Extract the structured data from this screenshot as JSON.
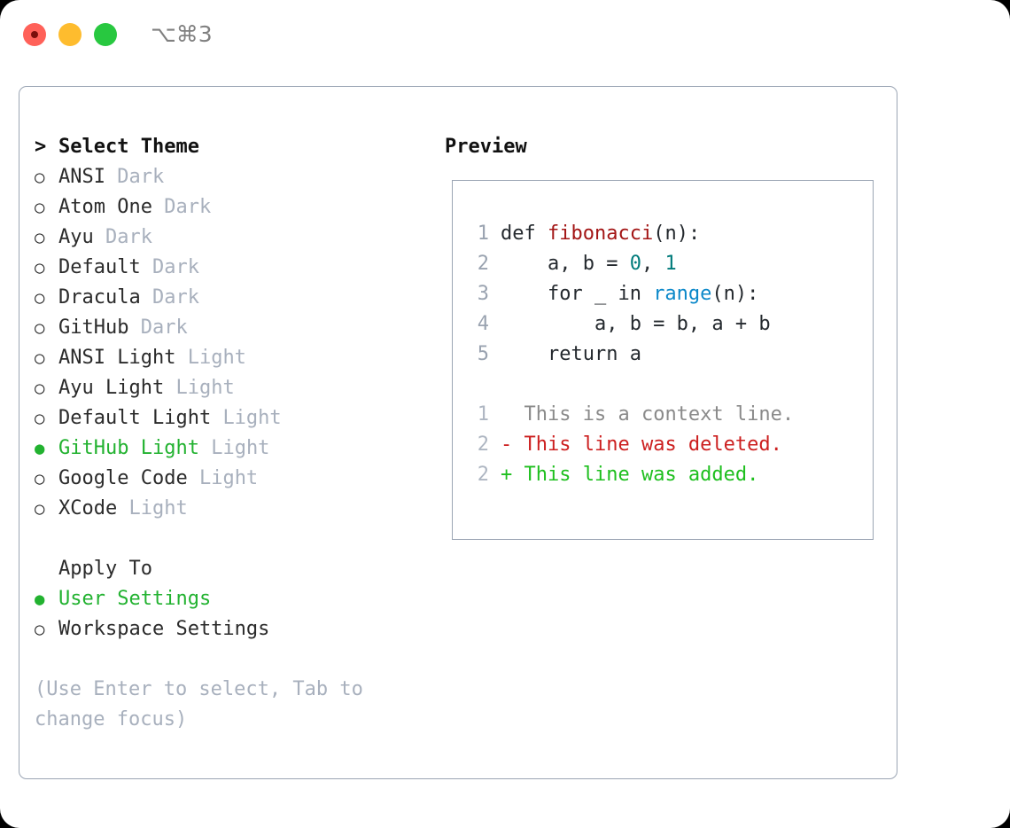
{
  "titlebar": {
    "shortcut": "⌥⌘3",
    "buttons": {
      "close": "close-button",
      "minimize": "minimize-button",
      "maximize": "maximize-button"
    }
  },
  "theme_picker": {
    "header": "Select Theme",
    "caret": ">",
    "marker_unselected": "○",
    "marker_selected": "●",
    "items": [
      {
        "name": "ANSI",
        "variant": "Dark",
        "selected": false
      },
      {
        "name": "Atom One",
        "variant": "Dark",
        "selected": false
      },
      {
        "name": "Ayu",
        "variant": "Dark",
        "selected": false
      },
      {
        "name": "Default",
        "variant": "Dark",
        "selected": false
      },
      {
        "name": "Dracula",
        "variant": "Dark",
        "selected": false
      },
      {
        "name": "GitHub",
        "variant": "Dark",
        "selected": false
      },
      {
        "name": "ANSI Light",
        "variant": "Light",
        "selected": false
      },
      {
        "name": "Ayu Light",
        "variant": "Light",
        "selected": false
      },
      {
        "name": "Default Light",
        "variant": "Light",
        "selected": false
      },
      {
        "name": "GitHub Light",
        "variant": "Light",
        "selected": true
      },
      {
        "name": "Google Code",
        "variant": "Light",
        "selected": false
      },
      {
        "name": "XCode",
        "variant": "Light",
        "selected": false
      }
    ]
  },
  "apply_to": {
    "header": "Apply To",
    "options": [
      {
        "label": "User Settings",
        "selected": true
      },
      {
        "label": "Workspace Settings",
        "selected": false
      }
    ]
  },
  "hint": "(Use Enter to select, Tab to change focus)",
  "preview": {
    "title": "Preview",
    "code_lines": [
      {
        "no": "1",
        "segments": [
          {
            "text": "def ",
            "kind": "plain"
          },
          {
            "text": "fibonacci",
            "kind": "fn"
          },
          {
            "text": "(n):",
            "kind": "plain"
          }
        ]
      },
      {
        "no": "2",
        "segments": [
          {
            "text": "    a, b = ",
            "kind": "plain"
          },
          {
            "text": "0",
            "kind": "num"
          },
          {
            "text": ", ",
            "kind": "plain"
          },
          {
            "text": "1",
            "kind": "num"
          }
        ]
      },
      {
        "no": "3",
        "segments": [
          {
            "text": "    for _ in ",
            "kind": "plain"
          },
          {
            "text": "range",
            "kind": "call"
          },
          {
            "text": "(n):",
            "kind": "plain"
          }
        ]
      },
      {
        "no": "4",
        "segments": [
          {
            "text": "        a, b = b, a + b",
            "kind": "plain"
          }
        ]
      },
      {
        "no": "5",
        "segments": [
          {
            "text": "    return a",
            "kind": "plain"
          }
        ]
      }
    ],
    "diff_lines": [
      {
        "no": "1",
        "prefix": "  ",
        "text": "This is a context line.",
        "kind": "context"
      },
      {
        "no": "2",
        "prefix": "- ",
        "text": "This line was deleted.",
        "kind": "deleted"
      },
      {
        "no": "2",
        "prefix": "+ ",
        "text": "This line was added.",
        "kind": "added"
      }
    ]
  },
  "colors": {
    "selected_green": "#22b230",
    "muted": "#a8b0bd",
    "border": "#9ba5b4",
    "code_fn": "#a31515",
    "code_num": "#007b7b",
    "code_call": "#0b88c9",
    "diff_deleted": "#cc1f1f",
    "diff_added": "#1ebf1e",
    "diff_context": "#8a8a8a",
    "traffic_close": "#ff6159",
    "traffic_minimize": "#febc2e",
    "traffic_maximize": "#28c840"
  }
}
